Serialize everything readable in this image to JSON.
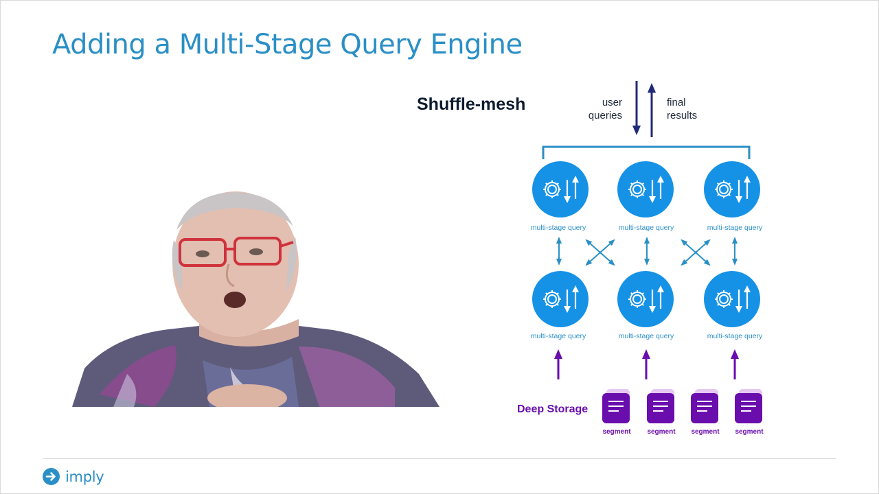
{
  "slide": {
    "title": "Adding a Multi-Stage Query Engine"
  },
  "diagram": {
    "heading": "Shuffle-mesh",
    "top_left_label_line1": "user",
    "top_left_label_line2": "queries",
    "top_right_label_line1": "final",
    "top_right_label_line2": "results",
    "node_label": "multi-stage query",
    "storage_label": "Deep Storage",
    "segment_label": "segment",
    "colors": {
      "title": "#2a8fc6",
      "node_fill": "#1592e6",
      "mesh_arrow": "#2a8fc6",
      "io_arrow": "#1f2a78",
      "storage_purple": "#6a0dad",
      "segment_back": "#e6c8f2"
    }
  },
  "footer": {
    "logo_text": "imply"
  }
}
